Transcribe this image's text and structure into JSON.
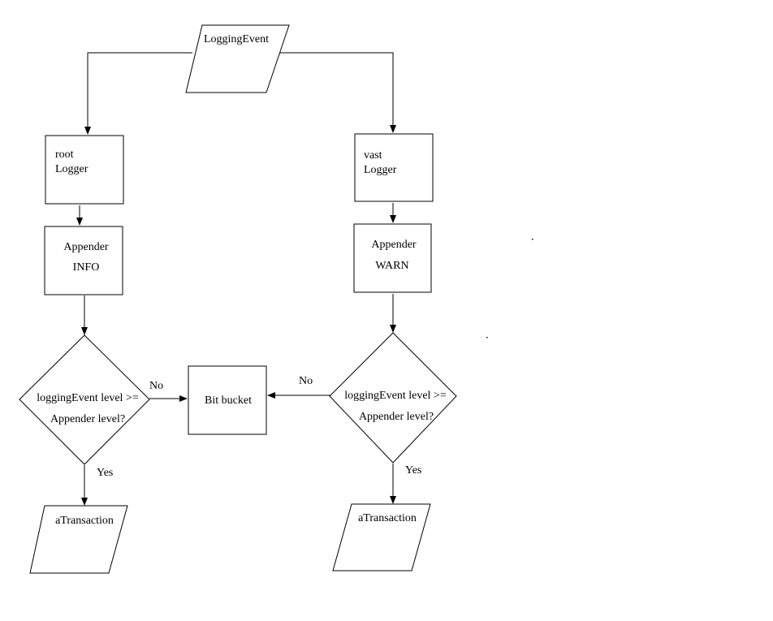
{
  "diagram": {
    "event": {
      "label": "LoggingEvent"
    },
    "left_branch": {
      "logger": {
        "line1": "root",
        "line2": "Logger"
      },
      "appender": {
        "line1": "Appender",
        "line2": "INFO"
      },
      "decision": {
        "line1": "loggingEvent level >=",
        "line2": "Appender level?"
      },
      "no_label": "No",
      "yes_label": "Yes",
      "output": {
        "label": "aTransaction"
      }
    },
    "right_branch": {
      "logger": {
        "line1": "vast",
        "line2": "Logger"
      },
      "appender": {
        "line1": "Appender",
        "line2": "WARN"
      },
      "decision": {
        "line1": "loggingEvent level >=",
        "line2": "Appender level?"
      },
      "no_label": "No",
      "yes_label": "Yes",
      "output": {
        "label": "aTransaction"
      }
    },
    "sink": {
      "label": "Bit bucket"
    }
  }
}
